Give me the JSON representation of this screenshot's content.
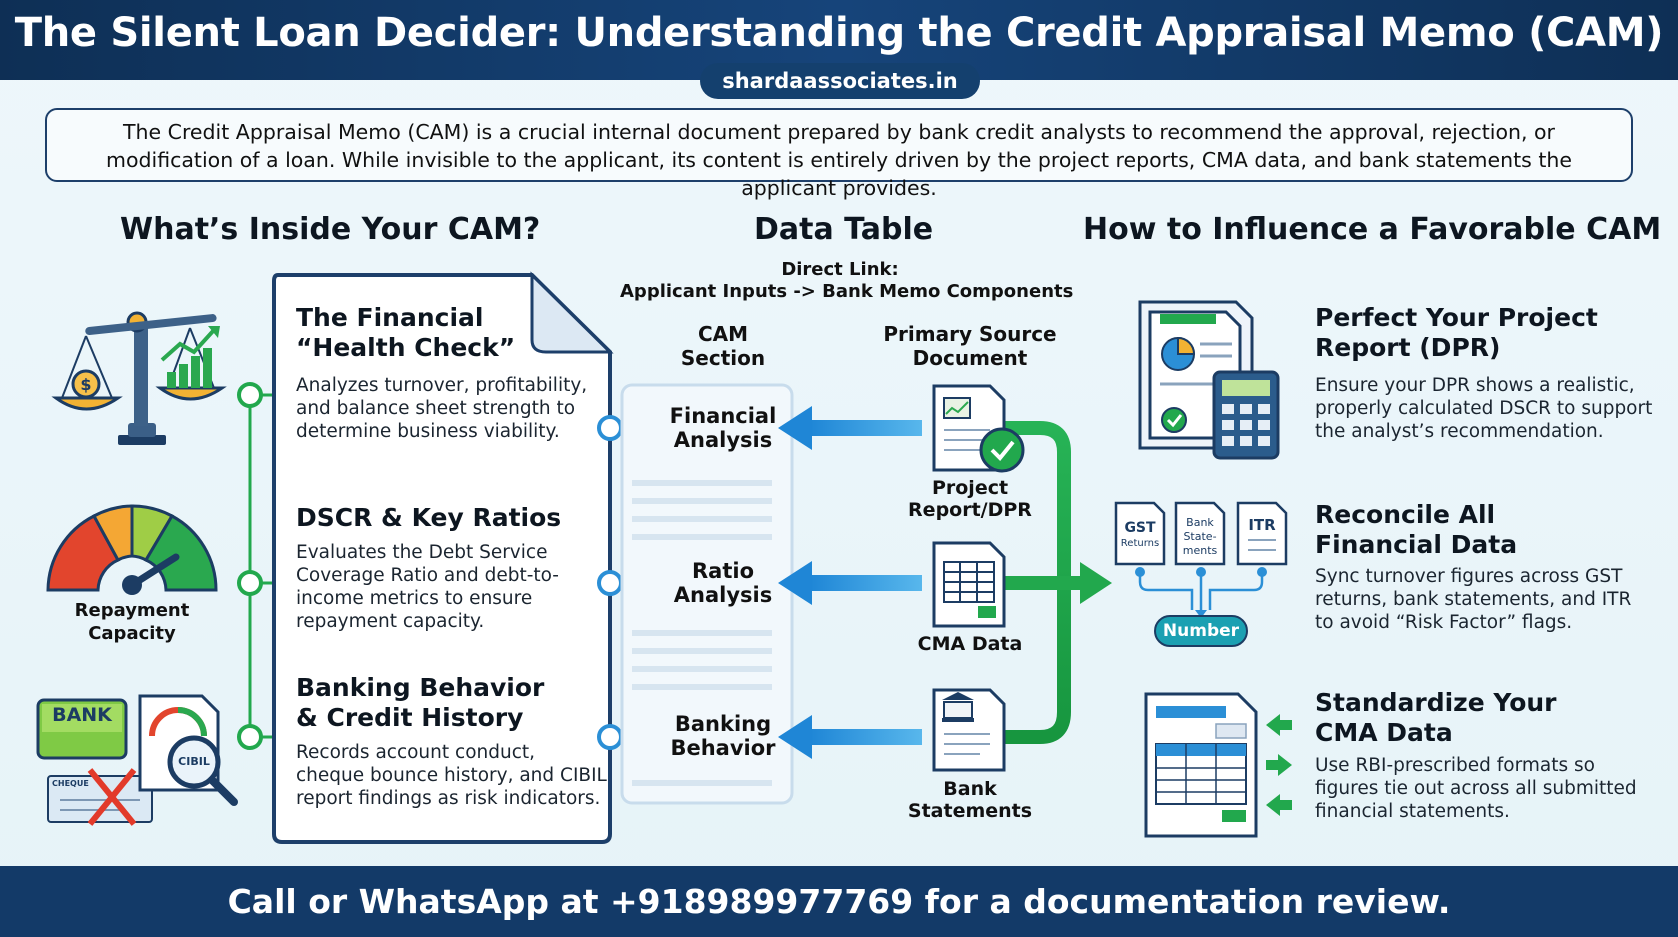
{
  "header": {
    "title": "The Silent Loan Decider: Understanding the Credit Appraisal Memo (CAM)",
    "site": "shardaassociates.in"
  },
  "intro": "The Credit Appraisal Memo (CAM) is a crucial internal document prepared by bank credit analysts to recommend the approval, rejection, or modification of a loan. While invisible to the applicant, its content is entirely driven by the project reports, CMA data, and bank statements the applicant provides.",
  "left": {
    "title": "What’s Inside Your CAM?",
    "gauge_label_1": "Repayment",
    "gauge_label_2": "Capacity",
    "bank_label": "BANK",
    "cibil_label": "CIBIL",
    "cheque_label": "CHEQUE",
    "cards": [
      {
        "title_1": "The Financial",
        "title_2": "“Health Check”",
        "body_1": "Analyzes turnover, profitability,",
        "body_2": "and balance sheet strength to",
        "body_3": "determine business viability."
      },
      {
        "title_1": "DSCR & Key Ratios",
        "title_2": "",
        "body_1": "Evaluates the Debt Service",
        "body_2": "Coverage Ratio and debt-to-",
        "body_3": "income metrics to ensure",
        "body_4": "repayment capacity."
      },
      {
        "title_1": "Banking Behavior",
        "title_2": "& Credit History",
        "body_1": "Records account conduct,",
        "body_2": "cheque bounce history, and CIBIL",
        "body_3": "report findings as risk indicators."
      }
    ]
  },
  "center": {
    "title": "Data Table",
    "subtitle_1": "Direct Link:",
    "subtitle_2": "Applicant Inputs -> Bank Memo Components",
    "col_cam_1": "CAM",
    "col_cam_2": "Section",
    "col_src_1": "Primary Source",
    "col_src_2": "Document",
    "sections": [
      {
        "line_1": "Financial",
        "line_2": "Analysis"
      },
      {
        "line_1": "Ratio",
        "line_2": "Analysis"
      },
      {
        "line_1": "Banking",
        "line_2": "Behavior"
      }
    ],
    "sources": [
      {
        "line_1": "Project",
        "line_2": "Report/DPR"
      },
      {
        "line_1": "CMA Data",
        "line_2": ""
      },
      {
        "line_1": "Bank",
        "line_2": "Statements"
      }
    ]
  },
  "right": {
    "title": "How to Influence a Favorable CAM",
    "tips": [
      {
        "title_1": "Perfect Your Project",
        "title_2": "Report (DPR)",
        "body_1": "Ensure your DPR shows a realistic,",
        "body_2": "properly calculated DSCR to support",
        "body_3": "the analyst’s recommendation."
      },
      {
        "title_1": "Reconcile All",
        "title_2": "Financial Data",
        "body_1": "Sync turnover figures across GST",
        "body_2": "returns, bank statements, and ITR",
        "body_3": "to avoid “Risk Factor” flags."
      },
      {
        "title_1": "Standardize Your",
        "title_2": "CMA Data",
        "body_1": "Use RBI-prescribed formats so",
        "body_2": "figures tie out across all submitted",
        "body_3": "financial statements."
      }
    ],
    "docs": {
      "gst_1": "GST",
      "gst_2": "Returns",
      "bank_1": "Bank",
      "bank_2": "State-",
      "bank_3": "ments",
      "itr": "ITR",
      "number": "Number"
    }
  },
  "footer": "Call or WhatsApp at +918989977769 for a documentation review.",
  "colors": {
    "navy": "#133a68",
    "green": "#22a84d",
    "blue": "#2b8fd6",
    "card_border": "#1d3f6a"
  }
}
